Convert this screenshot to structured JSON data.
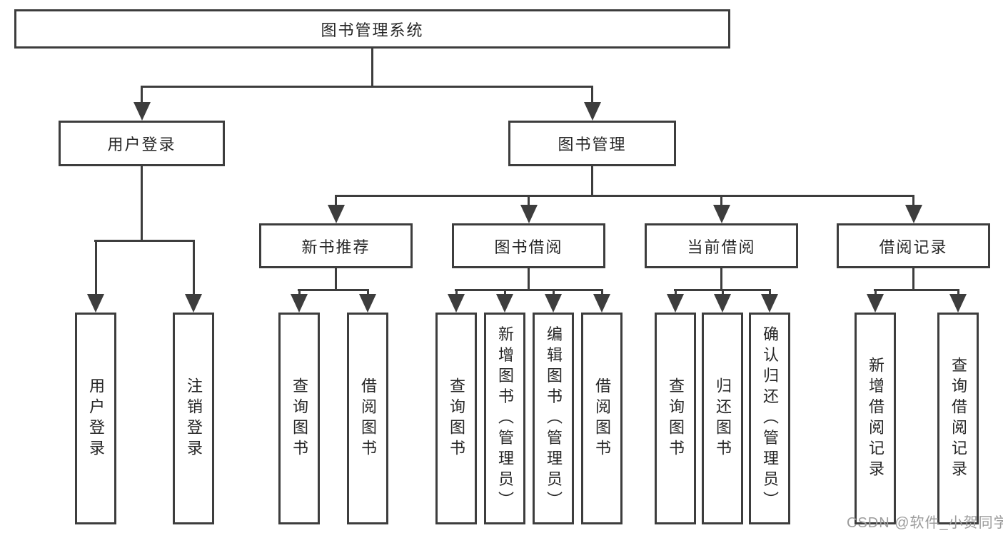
{
  "colors": {
    "line": "#3d3d3d",
    "text": "#262626",
    "watermark": "#9c9c9c",
    "background": "#ffffff"
  },
  "diagram": {
    "root": {
      "label": "图书管理系统",
      "children": [
        {
          "label": "用户登录",
          "children": [
            {
              "label": "用户登录"
            },
            {
              "label": "注销登录"
            }
          ]
        },
        {
          "label": "图书管理",
          "children": [
            {
              "label": "新书推荐",
              "children": [
                {
                  "label": "查询图书"
                },
                {
                  "label": "借阅图书"
                }
              ]
            },
            {
              "label": "图书借阅",
              "children": [
                {
                  "label": "查询图书"
                },
                {
                  "label": "新增图书（管理员）"
                },
                {
                  "label": "编辑图书（管理员）"
                },
                {
                  "label": "借阅图书"
                }
              ]
            },
            {
              "label": "当前借阅",
              "children": [
                {
                  "label": "查询图书"
                },
                {
                  "label": "归还图书"
                },
                {
                  "label": "确认归还（管理员）"
                }
              ]
            },
            {
              "label": "借阅记录",
              "children": [
                {
                  "label": "新增借阅记录"
                },
                {
                  "label": "查询借阅记录"
                }
              ]
            }
          ]
        }
      ]
    }
  },
  "watermark": {
    "text": "CSDN @软件_小贺同学"
  }
}
